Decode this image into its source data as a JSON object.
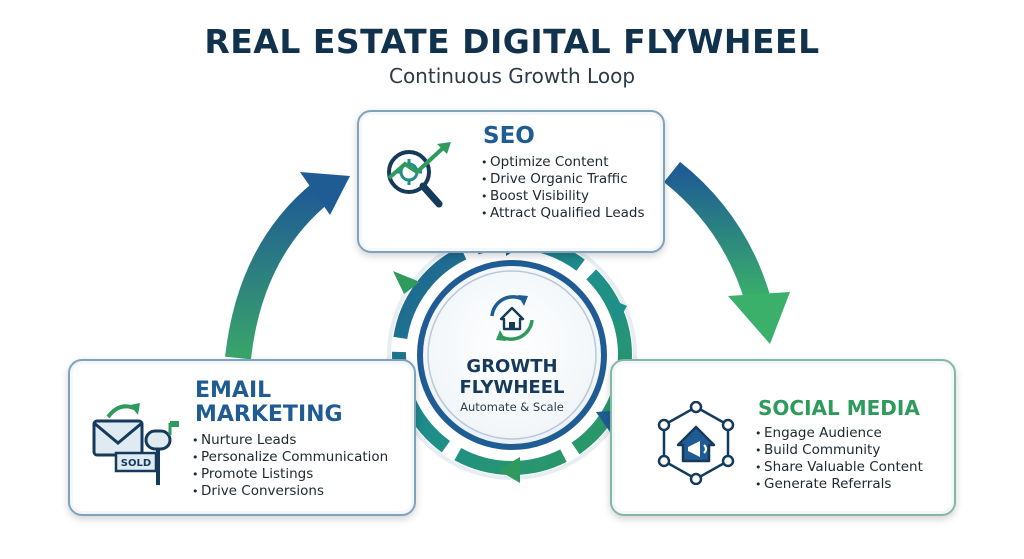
{
  "header": {
    "title": "REAL ESTATE DIGITAL FLYWHEEL",
    "subtitle": "Continuous Growth Loop"
  },
  "center": {
    "title_line1": "GROWTH",
    "title_line2": "FLYWHEEL",
    "subtitle": "Automate & Scale",
    "icon": "house-cycle-icon"
  },
  "cards": {
    "seo": {
      "title": "SEO",
      "icon": "seo-growth-magnifier-icon",
      "bullets": [
        "Optimize Content",
        "Drive Organic Traffic",
        "Boost Visibility",
        "Attract Qualified Leads"
      ]
    },
    "email": {
      "title_line1": "EMAIL",
      "title_line2": "MARKETING",
      "icon": "envelope-mailbox-icon",
      "sign_label": "SOLD",
      "bullets": [
        "Nurture Leads",
        "Personalize Communication",
        "Promote Listings",
        "Drive Conversions"
      ]
    },
    "social": {
      "title": "SOCIAL MEDIA",
      "icon": "social-network-house-icon",
      "bullets": [
        "Engage Audience",
        "Build Community",
        "Share Valuable Content",
        "Generate Referrals"
      ]
    }
  },
  "colors": {
    "navy": "#10324d",
    "blue": "#1f5c94",
    "green": "#2e9a5c",
    "teal": "#1e8f8a"
  }
}
